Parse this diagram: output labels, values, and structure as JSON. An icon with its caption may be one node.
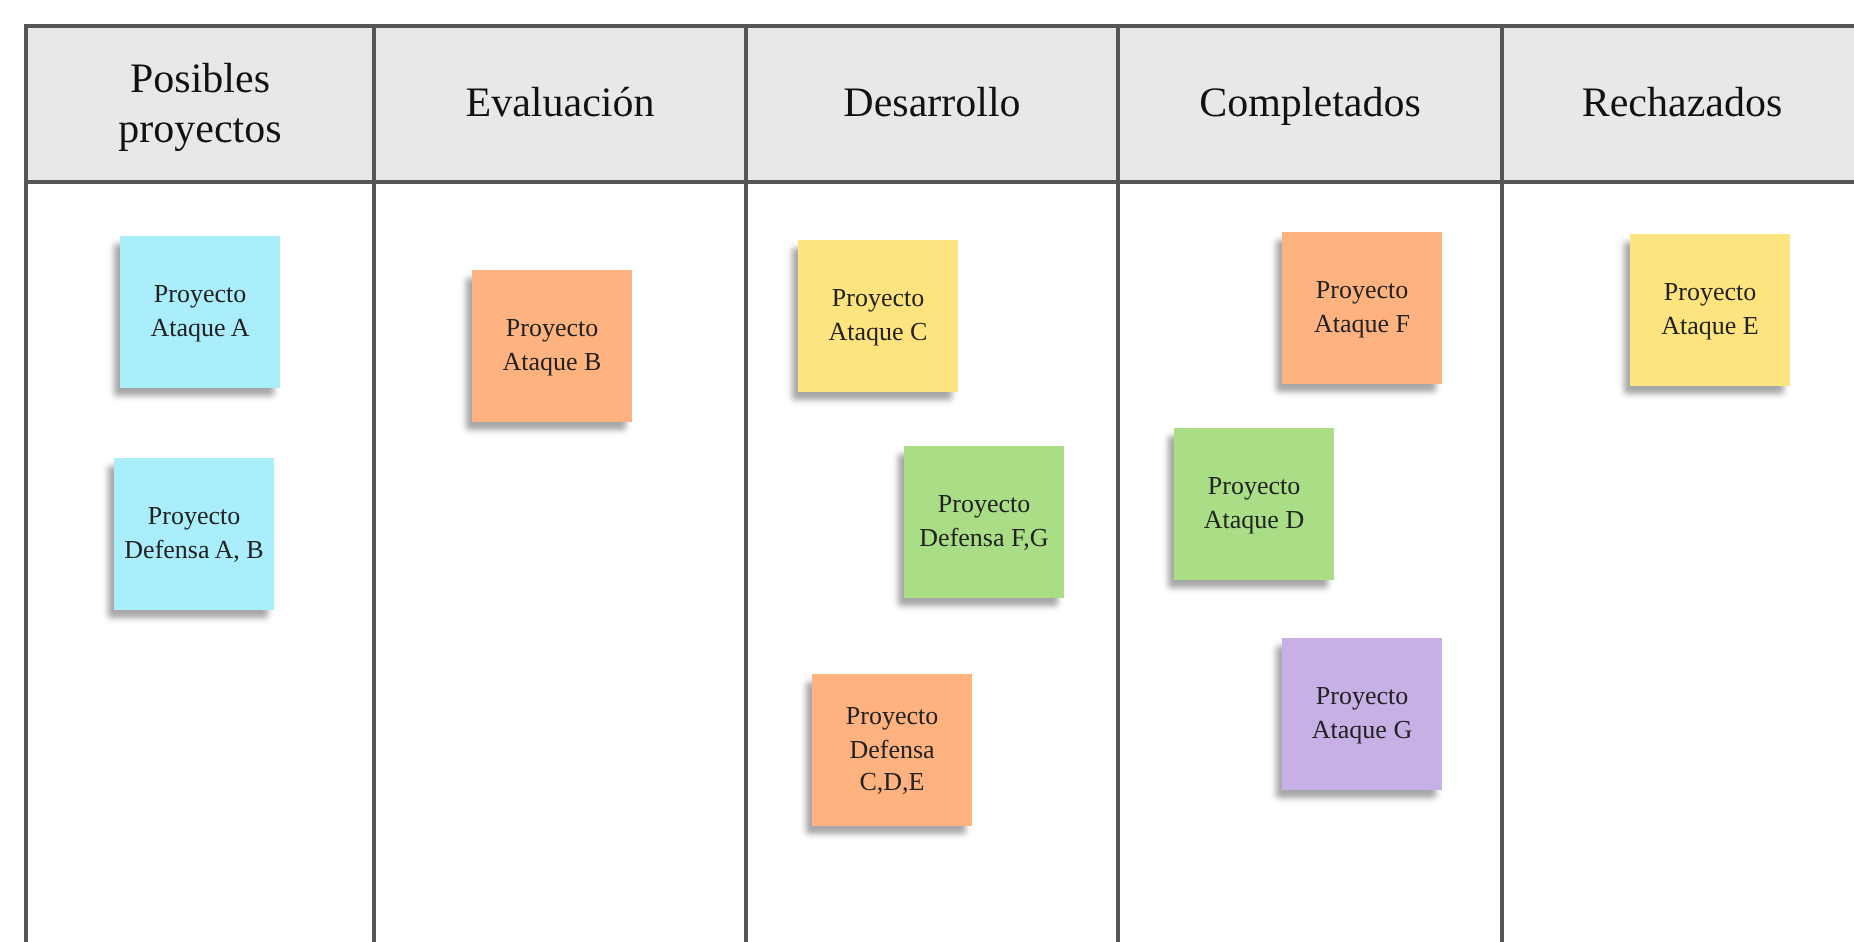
{
  "diagram": {
    "nodes": [
      {
        "text": [
          "Posibles proyectos"
        ]
      },
      {
        "text": [
          "Evaluación"
        ]
      },
      {
        "text": [
          "Desarrollo"
        ]
      },
      {
        "text": [
          "Completados"
        ]
      },
      {
        "text": [
          "Rechazados"
        ]
      },
      {
        "text": [
          "Proyecto Ataque A"
        ],
        "in": 0
      },
      {
        "text": [
          "Proyecto Defensa A, B"
        ],
        "in": 0
      },
      {
        "text": [
          "Proyecto Ataque B"
        ],
        "in": 1
      },
      {
        "text": [
          "Proyecto Ataque C"
        ],
        "in": 2
      },
      {
        "text": [
          "Proyecto Defensa F,G"
        ],
        "in": 2
      },
      {
        "text": [
          "Proyecto Defensa C,D,E"
        ],
        "in": 2
      },
      {
        "text": [
          "Proyecto Ataque F"
        ],
        "in": 3
      },
      {
        "text": [
          "Proyecto Ataque D"
        ],
        "in": 3
      },
      {
        "text": [
          "Proyecto Ataque G"
        ],
        "in": 3
      },
      {
        "text": [
          "Proyecto Ataque E"
        ],
        "in": 4
      }
    ]
  }
}
